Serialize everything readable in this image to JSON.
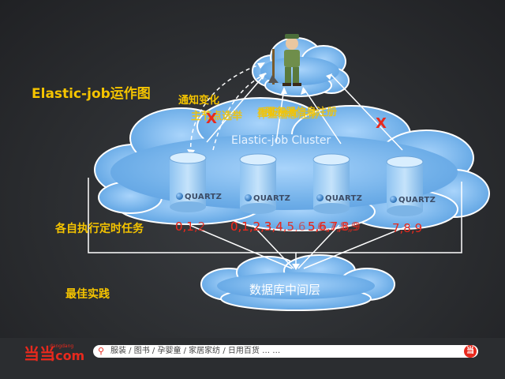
{
  "title": "Elastic-job运作图",
  "cluster_label": "Elastic-job Cluster",
  "notify_label": "通知变化",
  "overlap_labels": [
    "主节点选举",
    "重新分片",
    "服务器信息注册",
    "作业信息注册"
  ],
  "schedule_label": "各自执行定时任务",
  "best_practice_label": "最佳实践",
  "db_label": "数据库中间层",
  "quartz_text": "QUARTZ",
  "failure_mark": "X",
  "shard_labels": [
    {
      "layers": [
        "0,1",
        "0,1,2"
      ]
    },
    {
      "layers": [
        "0,1,2,3",
        "0,1,2,3,4",
        "0,1,2,3,4,5",
        "0,1,2,3,4,5,6"
      ]
    },
    {
      "layers": [
        "5,6,7",
        "5,6,7,8",
        "5,6,7,8,9",
        "6,7,8,9"
      ]
    },
    {
      "layers": [
        "7,8,9"
      ]
    }
  ],
  "footer": {
    "brand_cn": "当当",
    "brand_small": "dangdang",
    "brand_com": ".com",
    "search_text": "服装 / 图书 / 孕婴童 / 家居家纺 / 日用百货  … …",
    "badge": "当"
  },
  "colors": {
    "cloud": "#7ab8ee",
    "cloud_stroke": "#ffffff",
    "accent_yellow": "#f5c400",
    "shard_red": "#e8291d",
    "footer_red": "#e8291d"
  }
}
